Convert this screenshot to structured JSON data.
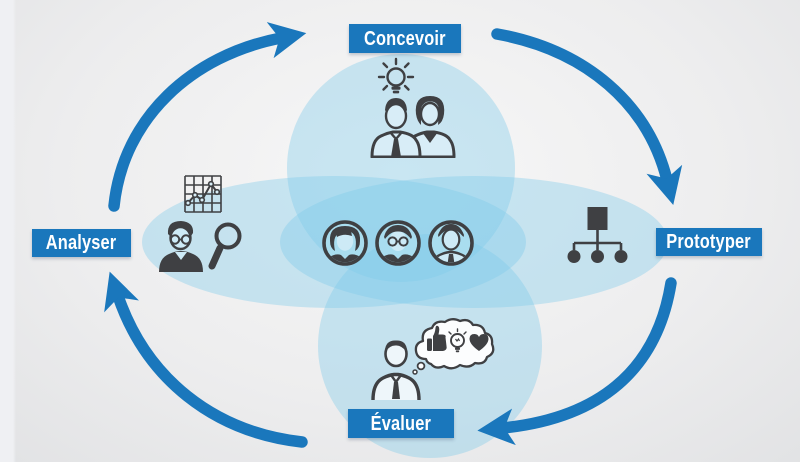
{
  "diagram": {
    "type": "design-cycle-venn",
    "language": "fr",
    "stages": {
      "top": {
        "label": "Concevoir"
      },
      "right": {
        "label": "Prototyper"
      },
      "bottom": {
        "label": "Évaluer"
      },
      "left": {
        "label": "Analyser"
      }
    },
    "flow_clockwise": [
      "Analyser",
      "Concevoir",
      "Prototyper",
      "Évaluer"
    ],
    "icons": {
      "top": [
        "idea-lightbulb-icon",
        "team-man-woman-icon"
      ],
      "left": [
        "analytics-grid-chart-icon",
        "analyst-glasses-icon",
        "magnifier-icon"
      ],
      "right": [
        "hierarchy-tree-icon"
      ],
      "bottom": [
        "evaluator-person-icon",
        "thought-cloud-icon",
        "thumbs-up-icon",
        "bulb-icon",
        "heart-icon"
      ],
      "center": [
        "avatar-woman-icon",
        "avatar-man-glasses-icon",
        "avatar-man-icon"
      ]
    },
    "colors": {
      "accent_blue": "#1a77bc",
      "icon_dark": "#3f4043",
      "venn_blue": "#7fcbea",
      "background_gray": "#ededee"
    }
  }
}
